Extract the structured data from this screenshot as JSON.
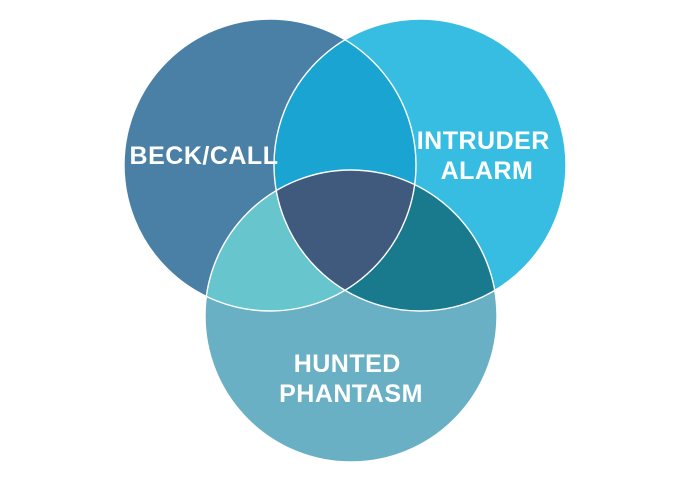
{
  "diagram": {
    "type": "venn",
    "sets": [
      {
        "key": "beck_call",
        "label_lines": [
          "BECK/CALL"
        ],
        "color": "#4a7fa6"
      },
      {
        "key": "intruder_alarm",
        "label_lines": [
          "INTRUDER",
          "ALARM"
        ],
        "color": "#38bde2"
      },
      {
        "key": "hunted_phantasm",
        "label_lines": [
          "HUNTED",
          "PHANTASM"
        ],
        "color": "#69b0c4"
      }
    ],
    "overlap_colors": {
      "beck_call__intruder_alarm": "#1aa4d1",
      "beck_call__hunted_phantasm": "#66c5cd",
      "intruder_alarm__hunted_phantasm": "#197a8e",
      "all_three": "#405a7d"
    },
    "stroke_color": "#ffffff"
  }
}
